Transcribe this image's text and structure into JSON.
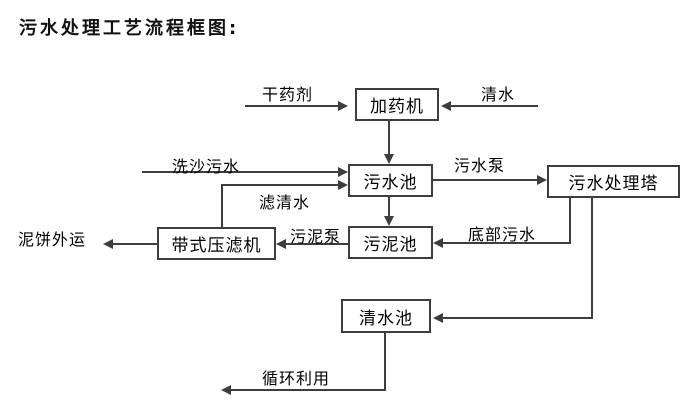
{
  "title": "污水处理工艺流程框图:",
  "nodes": {
    "dosing_machine": "加药机",
    "sewage_pool": "污水池",
    "treatment_tower": "污水处理塔",
    "sludge_pool": "污泥池",
    "belt_filter_press": "带式压滤机",
    "clean_water_pool": "清水池"
  },
  "edge_labels": {
    "dry_chemical": "干药剂",
    "clean_water": "清水",
    "sand_washing_sewage": "洗沙污水",
    "filtered_water": "滤清水",
    "sewage_pump": "污水泵",
    "bottom_sewage": "底部污水",
    "sludge_pump": "污泥泵",
    "mud_cake_out": "泥饼外运",
    "recycle": "循环利用"
  },
  "colors": {
    "background": "#ffffff",
    "line": "#3d3d3d",
    "text": "#000000"
  }
}
